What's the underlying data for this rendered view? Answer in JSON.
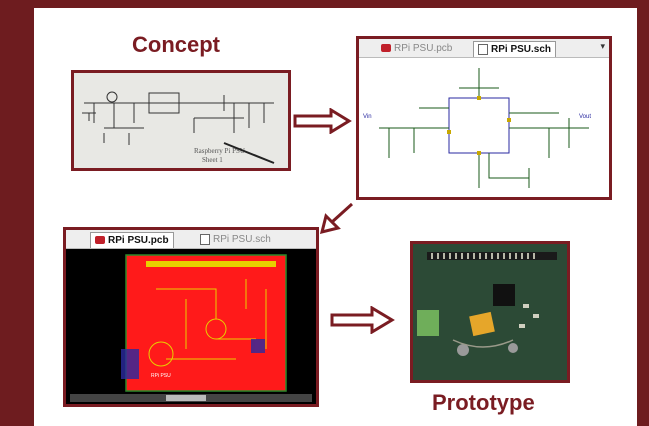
{
  "titles": {
    "concept": "Concept",
    "prototype": "Prototype"
  },
  "schematic": {
    "tabs": [
      {
        "label": "RPi PSU.pcb",
        "active": false
      },
      {
        "label": "RPi PSU.sch",
        "active": true
      }
    ]
  },
  "pcb": {
    "tabs": [
      {
        "label": "RPi PSU.pcb",
        "active": true
      },
      {
        "label": "RPi PSU.sch",
        "active": false
      }
    ]
  },
  "colors": {
    "background": "#6e1c1f",
    "accent": "#7a1c22",
    "pcb_copper": "#ff1a1a",
    "pcb_board": "#000000",
    "photo_board": "#1d3a2a"
  }
}
